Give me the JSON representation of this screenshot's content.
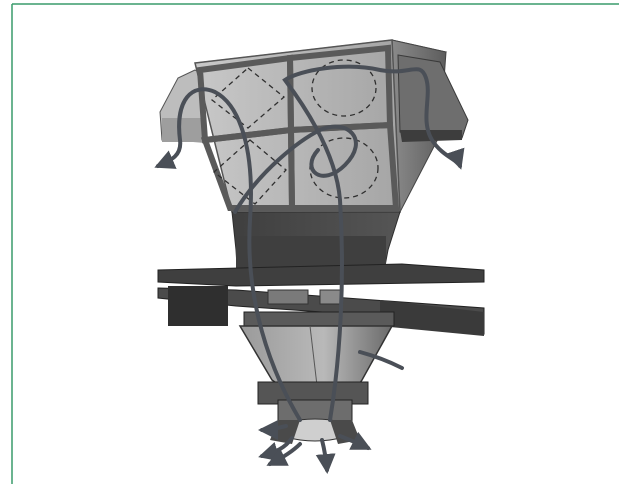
{
  "figure": {
    "frame_color": "#3a9b6b",
    "colors": {
      "housing_light": "#b7b7b7",
      "housing_mid": "#8f8f8f",
      "housing_dark": "#4e4e4e",
      "steel_dark": "#3b3b3b",
      "flow_line": "#4a4f57",
      "dashed_line": "#2f2f2f"
    },
    "elements": {
      "upper_housing": "rectangular-housing",
      "filter_panels": 4,
      "dashed_patterns": [
        "diamond",
        "circle",
        "diamond",
        "circle"
      ],
      "support_platform": "horizontal-steel-plate",
      "lower_hopper": "tapered-cone",
      "discharge_outlets": 5,
      "flow_paths": "curved-arrows"
    }
  }
}
